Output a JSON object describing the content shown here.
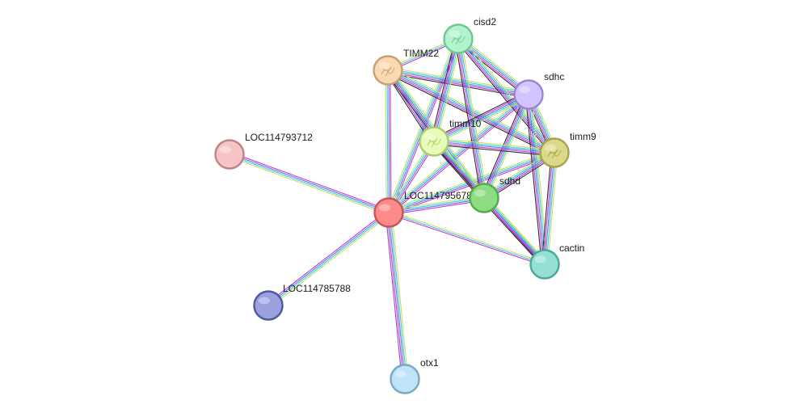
{
  "network": {
    "nodes": [
      {
        "id": "LOC114795678",
        "label": "LOC114795678",
        "fill": "#ff8a8a",
        "stroke": "#c65656"
      },
      {
        "id": "timm10",
        "label": "timm10",
        "fill": "#e6fcb8",
        "stroke": "#aacb6a",
        "structure": true
      },
      {
        "id": "sdhd",
        "label": "sdhd",
        "fill": "#8edc82",
        "stroke": "#56a84c"
      },
      {
        "id": "TIMM22",
        "label": "TIMM22",
        "fill": "#fbd8b0",
        "stroke": "#c6a070",
        "structure": true
      },
      {
        "id": "cisd2",
        "label": "cisd2",
        "fill": "#b2f2cc",
        "stroke": "#6ec890",
        "structure": true
      },
      {
        "id": "sdhc",
        "label": "sdhc",
        "fill": "#d2c2ff",
        "stroke": "#9a84d8"
      },
      {
        "id": "timm9",
        "label": "timm9",
        "fill": "#dcd88a",
        "stroke": "#a8a24c",
        "structure": true
      },
      {
        "id": "cactin",
        "label": "cactin",
        "fill": "#94e0d4",
        "stroke": "#4aa898"
      },
      {
        "id": "LOC114793712",
        "label": "LOC114793712",
        "fill": "#f6c4c6",
        "stroke": "#c08484"
      },
      {
        "id": "LOC114785788",
        "label": "LOC114785788",
        "fill": "#9aa0e0",
        "stroke": "#50589c"
      },
      {
        "id": "otx1",
        "label": "otx1",
        "fill": "#bfe4fa",
        "stroke": "#7aa8c4"
      }
    ],
    "evidence_colors": {
      "yellow": "#c8e05a",
      "cyan": "#3ec8e6",
      "blue": "#4d7cf0",
      "magenta": "#d233d2",
      "purple": "#8c4cc8",
      "black": "#2a2a2a"
    },
    "edges": [
      {
        "source": "LOC114795678",
        "target": "LOC114793712",
        "channels": [
          "yellow",
          "cyan",
          "blue",
          "magenta"
        ]
      },
      {
        "source": "LOC114795678",
        "target": "LOC114785788",
        "channels": [
          "yellow",
          "cyan",
          "blue",
          "magenta"
        ]
      },
      {
        "source": "LOC114795678",
        "target": "otx1",
        "channels": [
          "yellow",
          "cyan",
          "blue",
          "magenta",
          "purple"
        ]
      },
      {
        "source": "LOC114795678",
        "target": "TIMM22",
        "channels": [
          "yellow",
          "cyan",
          "blue",
          "magenta"
        ]
      },
      {
        "source": "LOC114795678",
        "target": "cisd2",
        "channels": [
          "yellow",
          "cyan",
          "blue",
          "magenta"
        ]
      },
      {
        "source": "LOC114795678",
        "target": "timm10",
        "channels": [
          "yellow",
          "cyan",
          "blue",
          "magenta"
        ]
      },
      {
        "source": "LOC114795678",
        "target": "sdhc",
        "channels": [
          "yellow",
          "cyan",
          "blue",
          "magenta"
        ]
      },
      {
        "source": "LOC114795678",
        "target": "timm9",
        "channels": [
          "yellow",
          "cyan",
          "blue",
          "magenta"
        ]
      },
      {
        "source": "LOC114795678",
        "target": "sdhd",
        "channels": [
          "yellow",
          "cyan",
          "blue",
          "magenta"
        ]
      },
      {
        "source": "LOC114795678",
        "target": "cactin",
        "channels": [
          "yellow",
          "cyan",
          "magenta"
        ]
      },
      {
        "source": "TIMM22",
        "target": "timm10",
        "channels": [
          "yellow",
          "cyan",
          "blue",
          "magenta",
          "black"
        ]
      },
      {
        "source": "TIMM22",
        "target": "sdhd",
        "channels": [
          "yellow",
          "cyan",
          "blue",
          "magenta",
          "black"
        ]
      },
      {
        "source": "TIMM22",
        "target": "sdhc",
        "channels": [
          "yellow",
          "cyan",
          "blue",
          "magenta",
          "black"
        ]
      },
      {
        "source": "TIMM22",
        "target": "timm9",
        "channels": [
          "yellow",
          "cyan",
          "blue",
          "magenta",
          "black"
        ]
      },
      {
        "source": "TIMM22",
        "target": "cisd2",
        "channels": [
          "yellow",
          "cyan",
          "magenta"
        ]
      },
      {
        "source": "cisd2",
        "target": "timm10",
        "channels": [
          "yellow",
          "cyan",
          "blue",
          "magenta",
          "black"
        ]
      },
      {
        "source": "cisd2",
        "target": "sdhd",
        "channels": [
          "yellow",
          "cyan",
          "blue",
          "magenta",
          "black"
        ]
      },
      {
        "source": "cisd2",
        "target": "sdhc",
        "channels": [
          "yellow",
          "cyan",
          "blue",
          "magenta",
          "black"
        ]
      },
      {
        "source": "cisd2",
        "target": "timm9",
        "channels": [
          "yellow",
          "cyan",
          "blue",
          "magenta",
          "black"
        ]
      },
      {
        "source": "sdhc",
        "target": "timm10",
        "channels": [
          "yellow",
          "cyan",
          "blue",
          "magenta",
          "black"
        ]
      },
      {
        "source": "sdhc",
        "target": "sdhd",
        "channels": [
          "yellow",
          "cyan",
          "blue",
          "magenta",
          "black"
        ]
      },
      {
        "source": "sdhc",
        "target": "timm9",
        "channels": [
          "yellow",
          "cyan",
          "blue",
          "magenta",
          "black"
        ]
      },
      {
        "source": "sdhc",
        "target": "cactin",
        "channels": [
          "yellow",
          "cyan",
          "blue",
          "magenta",
          "black"
        ]
      },
      {
        "source": "timm10",
        "target": "sdhd",
        "channels": [
          "yellow",
          "cyan",
          "blue",
          "magenta",
          "black"
        ]
      },
      {
        "source": "timm10",
        "target": "timm9",
        "channels": [
          "yellow",
          "cyan",
          "blue",
          "magenta",
          "black"
        ]
      },
      {
        "source": "timm10",
        "target": "cactin",
        "channels": [
          "yellow",
          "cyan",
          "magenta",
          "black"
        ]
      },
      {
        "source": "sdhd",
        "target": "timm9",
        "channels": [
          "yellow",
          "cyan",
          "blue",
          "magenta",
          "black"
        ]
      },
      {
        "source": "sdhd",
        "target": "cactin",
        "channels": [
          "yellow",
          "cyan",
          "blue",
          "magenta",
          "black"
        ]
      },
      {
        "source": "timm9",
        "target": "cactin",
        "channels": [
          "yellow",
          "cyan",
          "blue",
          "magenta",
          "black"
        ]
      }
    ]
  }
}
